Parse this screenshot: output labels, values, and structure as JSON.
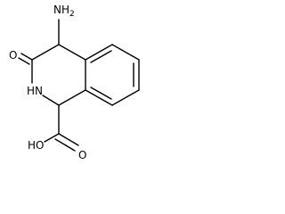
{
  "molecule": {
    "labels": {
      "amino": "NH",
      "amino_subscript": "2",
      "carbonyl_oxygen": "O",
      "ring_nitrogen": "HN",
      "carboxyl_hydroxyl": "HO",
      "carboxyl_oxygen": "O"
    },
    "colors": {
      "bond": "#000000",
      "label": "#000000",
      "background": "#ffffff"
    }
  }
}
